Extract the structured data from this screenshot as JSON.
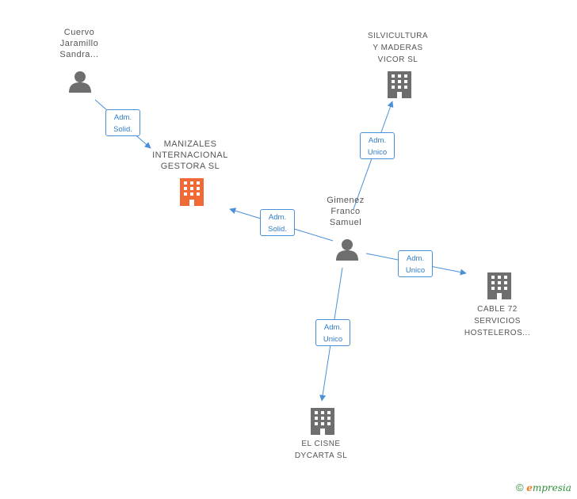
{
  "nodes": {
    "cuervo": {
      "label": "Cuervo\nJaramillo\nSandra...",
      "type": "person"
    },
    "silvicultura": {
      "label": "SILVICULTURA\nY MADERAS\nVICOR  SL",
      "type": "company"
    },
    "manizales": {
      "label": "MANIZALES\nINTERNACIONAL\nGESTORA SL",
      "type": "company-highlight"
    },
    "gimenez": {
      "label": "Gimenez\nFranco\nSamuel",
      "type": "person"
    },
    "cable72": {
      "label": "CABLE 72\nSERVICIOS\nHOSTELEROS...",
      "type": "company"
    },
    "elcisne": {
      "label": "EL CISNE\nDYCARTA SL",
      "type": "company"
    }
  },
  "edges": {
    "cuervo_manizales": "Adm.\nSolid.",
    "gimenez_manizales": "Adm.\nSolid.",
    "gimenez_silvicultura": "Adm.\nUnico",
    "gimenez_cable72": "Adm.\nUnico",
    "gimenez_elcisne": "Adm.\nUnico"
  },
  "colors": {
    "edge": "#4a90d9",
    "person_icon": "#6e6e6e",
    "company_icon": "#6e6e6e",
    "highlight_icon": "#f06a35"
  },
  "watermark": {
    "copyright": "©",
    "brand_first": "e",
    "brand_rest": "mpresia"
  }
}
